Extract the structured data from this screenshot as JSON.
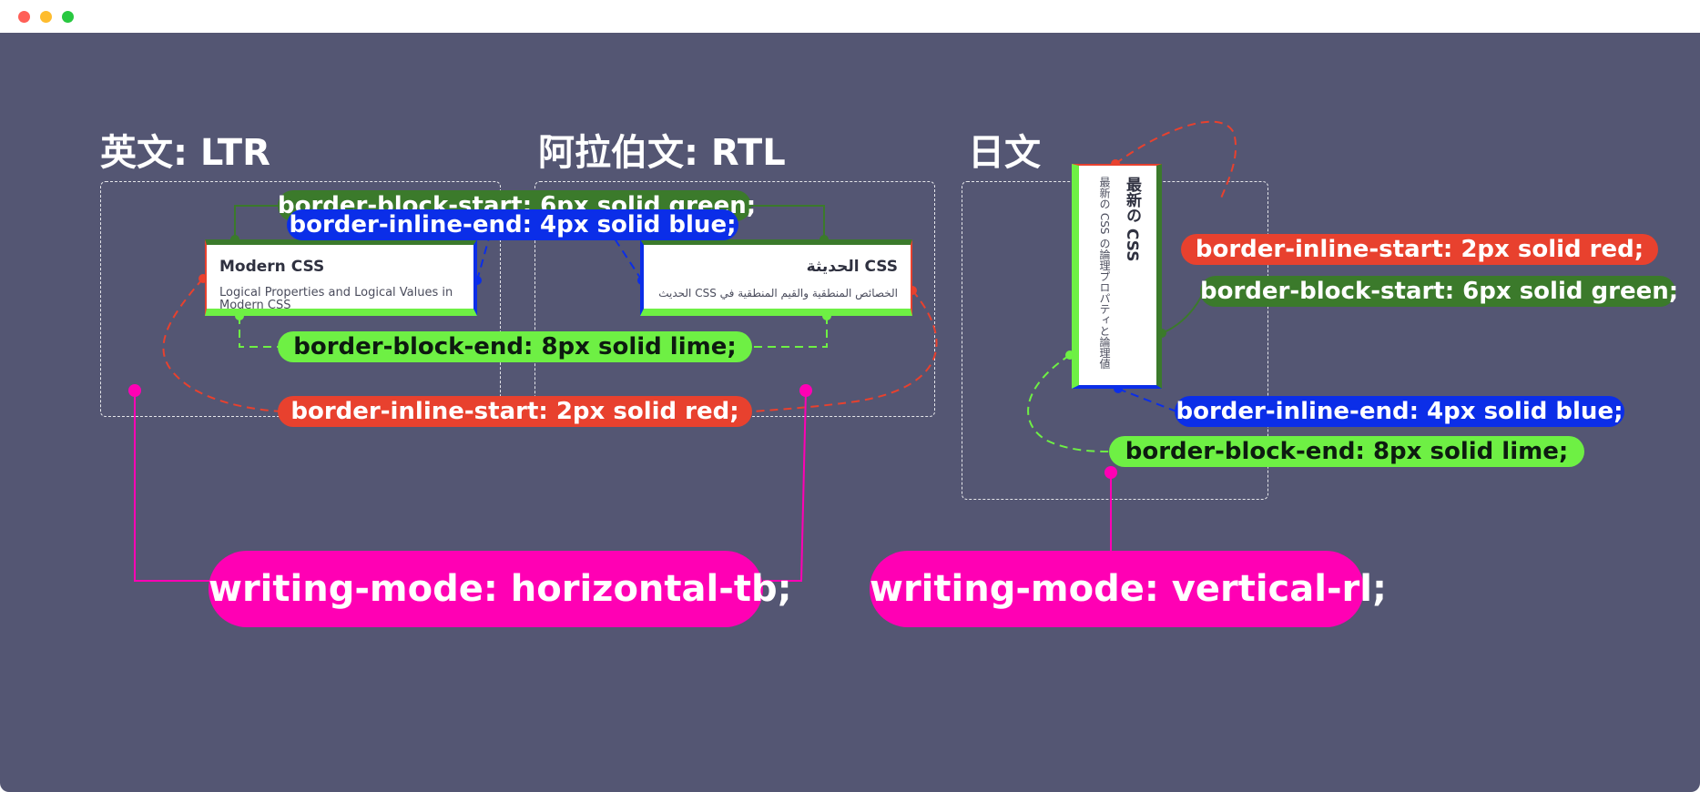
{
  "window": {
    "controls": [
      {
        "name": "close",
        "color": "#ff5f57"
      },
      {
        "name": "minimize",
        "color": "#febc2e"
      },
      {
        "name": "zoom",
        "color": "#28c840"
      }
    ]
  },
  "colors": {
    "background": "#545673",
    "green": "#3b7a2b",
    "blue": "#0b2ee8",
    "lime": "#6ef044",
    "red": "#e8412e",
    "magenta": "#ff00b4"
  },
  "headings": {
    "ltr": "英文: LTR",
    "rtl": "阿拉伯文: RTL",
    "vertical": "日文"
  },
  "cards": {
    "ltr": {
      "title": "Modern CSS",
      "text": "Logical Properties and Logical Values in Modern CSS"
    },
    "rtl": {
      "title": "CSS الحديثة",
      "text": "الخصائص المنطقية والقيم المنطقية في CSS الحديث"
    },
    "vertical": {
      "title": "最新の CSS",
      "text": "最新の CSS の論理プロパティと論理値"
    }
  },
  "labels": {
    "block_start_horizontal": "border-block-start: 6px solid green;",
    "inline_end_horizontal": "border-inline-end: 4px solid blue;",
    "block_end_horizontal": "border-block-end: 8px solid lime;",
    "inline_start_horizontal": "border-inline-start: 2px solid red;",
    "inline_start_vertical": "border-inline-start: 2px solid red;",
    "block_start_vertical": "border-block-start: 6px solid green;",
    "inline_end_vertical": "border-inline-end: 4px solid blue;",
    "block_end_vertical": "border-block-end: 8px solid lime;",
    "writing_mode_horizontal": "writing-mode: horizontal-tb;",
    "writing_mode_vertical": "writing-mode: vertical-rl;"
  }
}
